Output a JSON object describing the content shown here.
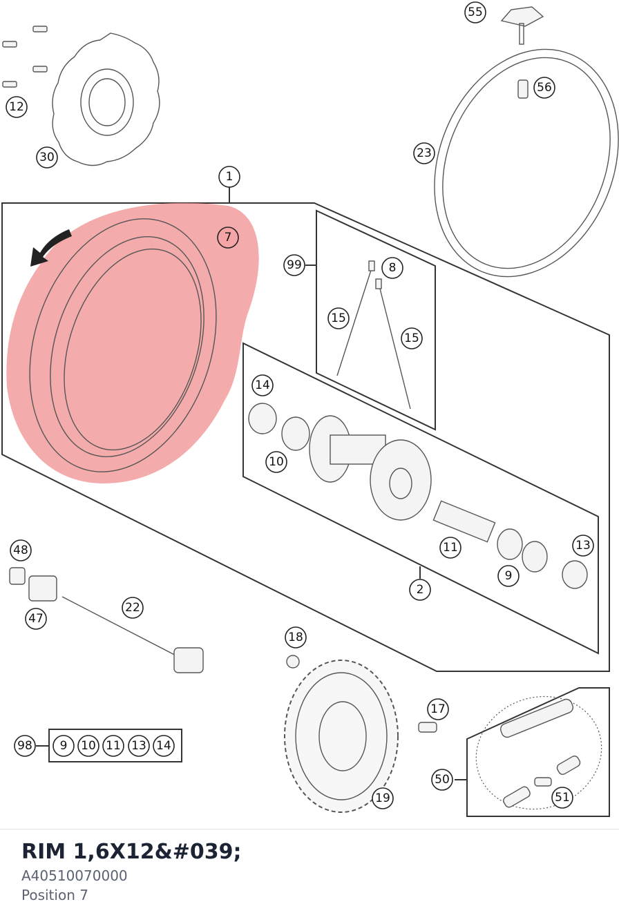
{
  "callouts": {
    "c55": "55",
    "c12": "12",
    "c56": "56",
    "c30": "30",
    "c23": "23",
    "c1": "1",
    "c7": "7",
    "c99": "99",
    "c8": "8",
    "c15a": "15",
    "c15b": "15",
    "c14": "14",
    "c10": "10",
    "c11": "11",
    "c13": "13",
    "c9": "9",
    "c2": "2",
    "c48": "48",
    "c47": "47",
    "c22": "22",
    "c18": "18",
    "c17": "17",
    "c98": "98",
    "k9": "9",
    "k10": "10",
    "k11": "11",
    "k13": "13",
    "k14": "14",
    "c19": "19",
    "c50": "50",
    "c51": "51"
  },
  "highlight": {
    "color": "#f08a8a",
    "part": "7"
  },
  "part": {
    "title": "RIM 1,6X12&#039;",
    "number": "A40510070000",
    "position": "Position 7"
  }
}
